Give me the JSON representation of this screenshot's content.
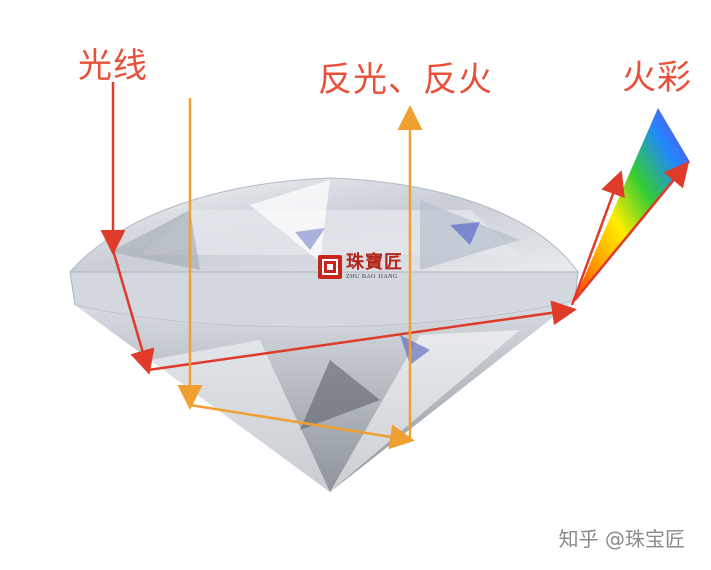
{
  "labels": {
    "light": "光线",
    "reflection": "反光、反火",
    "dispersion": "火彩"
  },
  "logo": {
    "name_cn": "珠寶匠",
    "name_en": "ZHU BAO JIANG"
  },
  "watermark": "知乎 @珠宝匠",
  "colors": {
    "label": "#e8503a",
    "light_ray": "#e03a2a",
    "reflect_ray": "#f0a030",
    "logo": "#c8261c"
  }
}
